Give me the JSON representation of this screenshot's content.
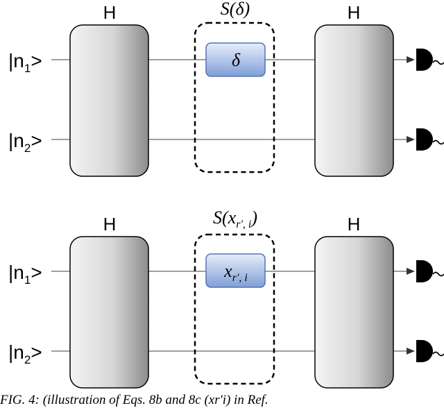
{
  "colors": {
    "box_light": "#f4f4f4",
    "box_dark": "#8c8c8c",
    "phase_light": "#e7eefb",
    "phase_dark": "#7f9fd6",
    "phase_stroke": "#5572b2",
    "wire": "#666666",
    "detector": "#000000"
  },
  "icons": {
    "detector": "photodetector-icon",
    "arrow": "arrowhead-icon"
  },
  "panels": [
    {
      "input_top": {
        "prefix": "|n",
        "sub": "1",
        "suffix": ">"
      },
      "input_bottom": {
        "prefix": "|n",
        "sub": "2",
        "suffix": ">"
      },
      "h_left": "H",
      "h_right": "H",
      "shifter_label": "S(δ)",
      "phase_label": "δ"
    },
    {
      "input_top": {
        "prefix": "|n",
        "sub": "1",
        "suffix": ">"
      },
      "input_bottom": {
        "prefix": "|n",
        "sub": "2",
        "suffix": ">"
      },
      "h_left": "H",
      "h_right": "H",
      "shifter_label": "S(x_{r', i})",
      "phase_label": "x_{r', i}"
    }
  ],
  "caption": "FIG. 4: (illustration of Eqs. 8b and 8c (xr'i) in Ref."
}
